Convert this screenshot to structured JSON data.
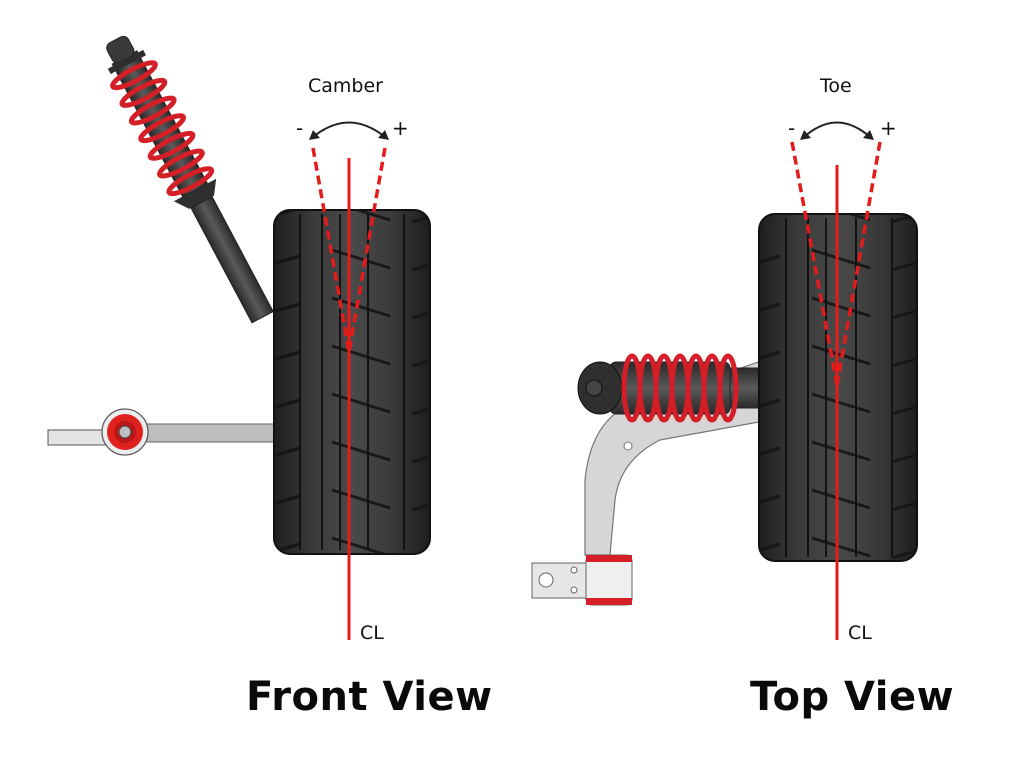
{
  "diagram": {
    "front_view": {
      "title": "Front View",
      "angle_label": "Camber",
      "minus_sign": "-",
      "plus_sign": "+",
      "centerline_label": "CL"
    },
    "top_view": {
      "title": "Top View",
      "angle_label": "Toe",
      "minus_sign": "-",
      "plus_sign": "+",
      "centerline_label": "CL"
    },
    "colors": {
      "reference_line": "#e31b1b",
      "spring": "#d41f26",
      "tire": "#2b2b2b",
      "arm": "#d8d8d8",
      "text": "#111111"
    }
  }
}
